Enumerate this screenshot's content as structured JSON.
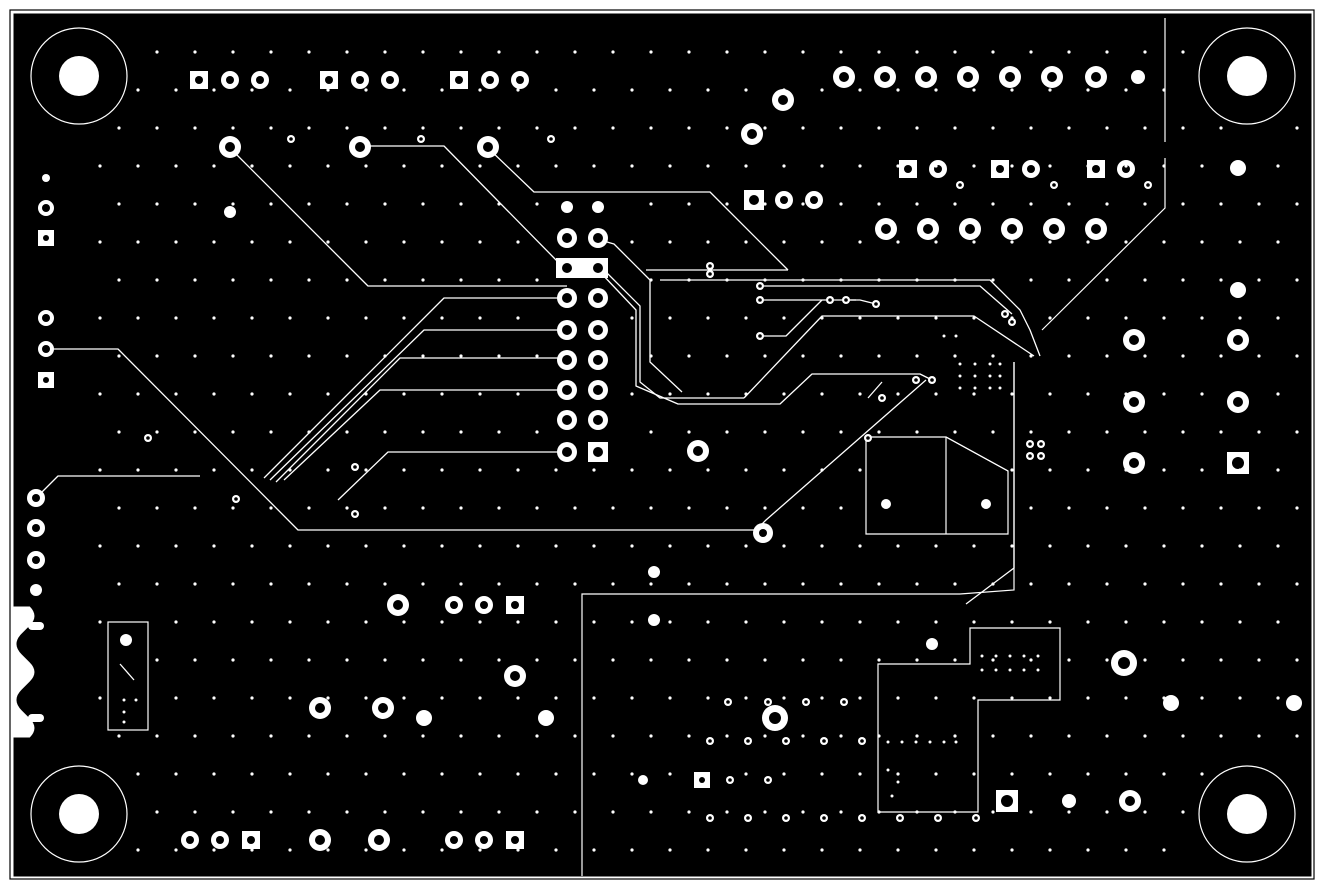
{
  "view": {
    "layer": "bottom-copper",
    "background_color": "#ffffff",
    "copper_color": "#000000",
    "trace_color": "#ffffff",
    "pad_color": "#ffffff"
  },
  "board": {
    "mounting_hole_count": 4,
    "header_pin_columns": 2,
    "header_pin_rows": 8
  }
}
